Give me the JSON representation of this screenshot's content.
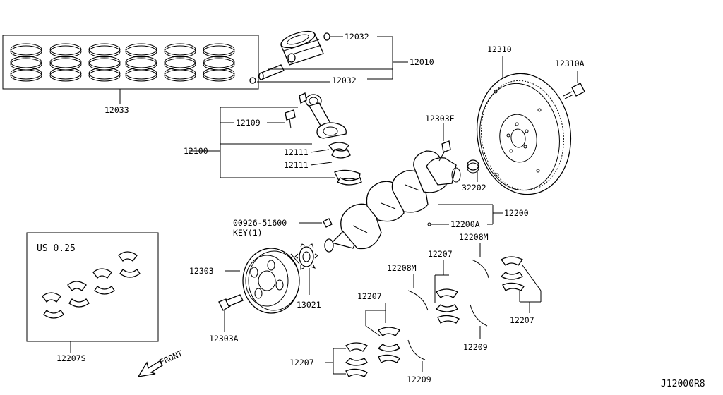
{
  "diagram_id": "J12000R8",
  "callouts": {
    "rings": "12033",
    "piston_pin_upper": "12032",
    "piston": "12010",
    "piston_pin_lower": "12032",
    "rod_bolt": "12109",
    "con_rod": "12100",
    "rod_bearing_upper": "12111",
    "rod_bearing_lower": "12111",
    "flywheel": "12310",
    "flywheel_bolt": "12310A",
    "crank_pin": "12303F",
    "pilot_bushing": "32202",
    "crankshaft": "12200",
    "crank_plug": "12200A",
    "key_part": "00926-51600",
    "key_label": "KEY(1)",
    "pulley": "12303",
    "pulley_bolt": "12303A",
    "sprocket": "13021",
    "bearing_set": "12207S",
    "undersize": "US 0.25",
    "front": "FRONT",
    "main_bearing_a": "12207",
    "main_bearing_b": "12207",
    "main_bearing_c": "12207",
    "main_bearing_d": "12207",
    "main_bearing_e": "12207",
    "thrust_washer_a": "12208M",
    "thrust_washer_b": "12208M",
    "thrust_washer_c": "12209",
    "thrust_washer_d": "12209"
  }
}
